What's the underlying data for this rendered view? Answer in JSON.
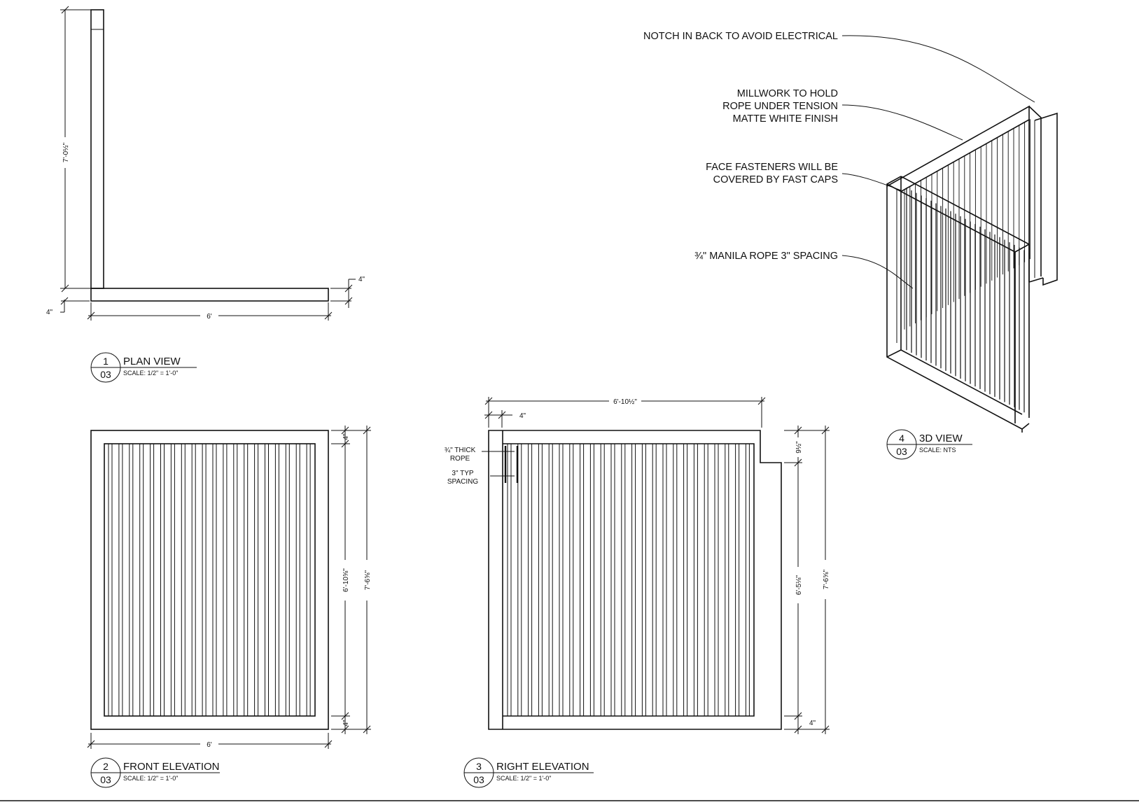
{
  "views": {
    "plan": {
      "number": "1",
      "sheet": "03",
      "title": "PLAN VIEW",
      "scale": "SCALE: 1/2\" = 1'-0\""
    },
    "front": {
      "number": "2",
      "sheet": "03",
      "title": "FRONT ELEVATION",
      "scale": "SCALE: 1/2\" = 1'-0\""
    },
    "right": {
      "number": "3",
      "sheet": "03",
      "title": "RIGHT ELEVATION",
      "scale": "SCALE: 1/2\" = 1'-0\""
    },
    "view3d": {
      "number": "4",
      "sheet": "03",
      "title": "3D VIEW",
      "scale": "SCALE: NTS"
    }
  },
  "dimensions": {
    "plan_height": "7'-0½\"",
    "plan_width": "6'",
    "plan_thk_right": "4\"",
    "plan_thk_left": "4\"",
    "front_width": "6'",
    "front_inner_height": "6'-10⅝\"",
    "front_overall_height": "7'-6⅝\"",
    "front_top": "4\"",
    "front_bottom": "4\"",
    "right_width": "6'-10½\"",
    "right_frame": "4\"",
    "right_notch": "9½\"",
    "right_lower_height": "6'-5⅛\"",
    "right_overall_height": "7'-6⅝\"",
    "right_bottom": "4\""
  },
  "callouts": {
    "thick_rope_1": "¾\" THICK",
    "thick_rope_2": "ROPE",
    "typ_spacing_1": "3\" TYP",
    "typ_spacing_2": "SPACING"
  },
  "notes": {
    "notch": "NOTCH IN BACK TO AVOID ELECTRICAL",
    "millwork_1": "MILLWORK TO HOLD",
    "millwork_2": "ROPE UNDER TENSION",
    "millwork_3": "MATTE WHITE FINISH",
    "fasteners_1": "FACE FASTENERS WILL BE",
    "fasteners_2": "COVERED BY FAST CAPS",
    "rope": "¾\" MANILA ROPE 3\" SPACING"
  }
}
